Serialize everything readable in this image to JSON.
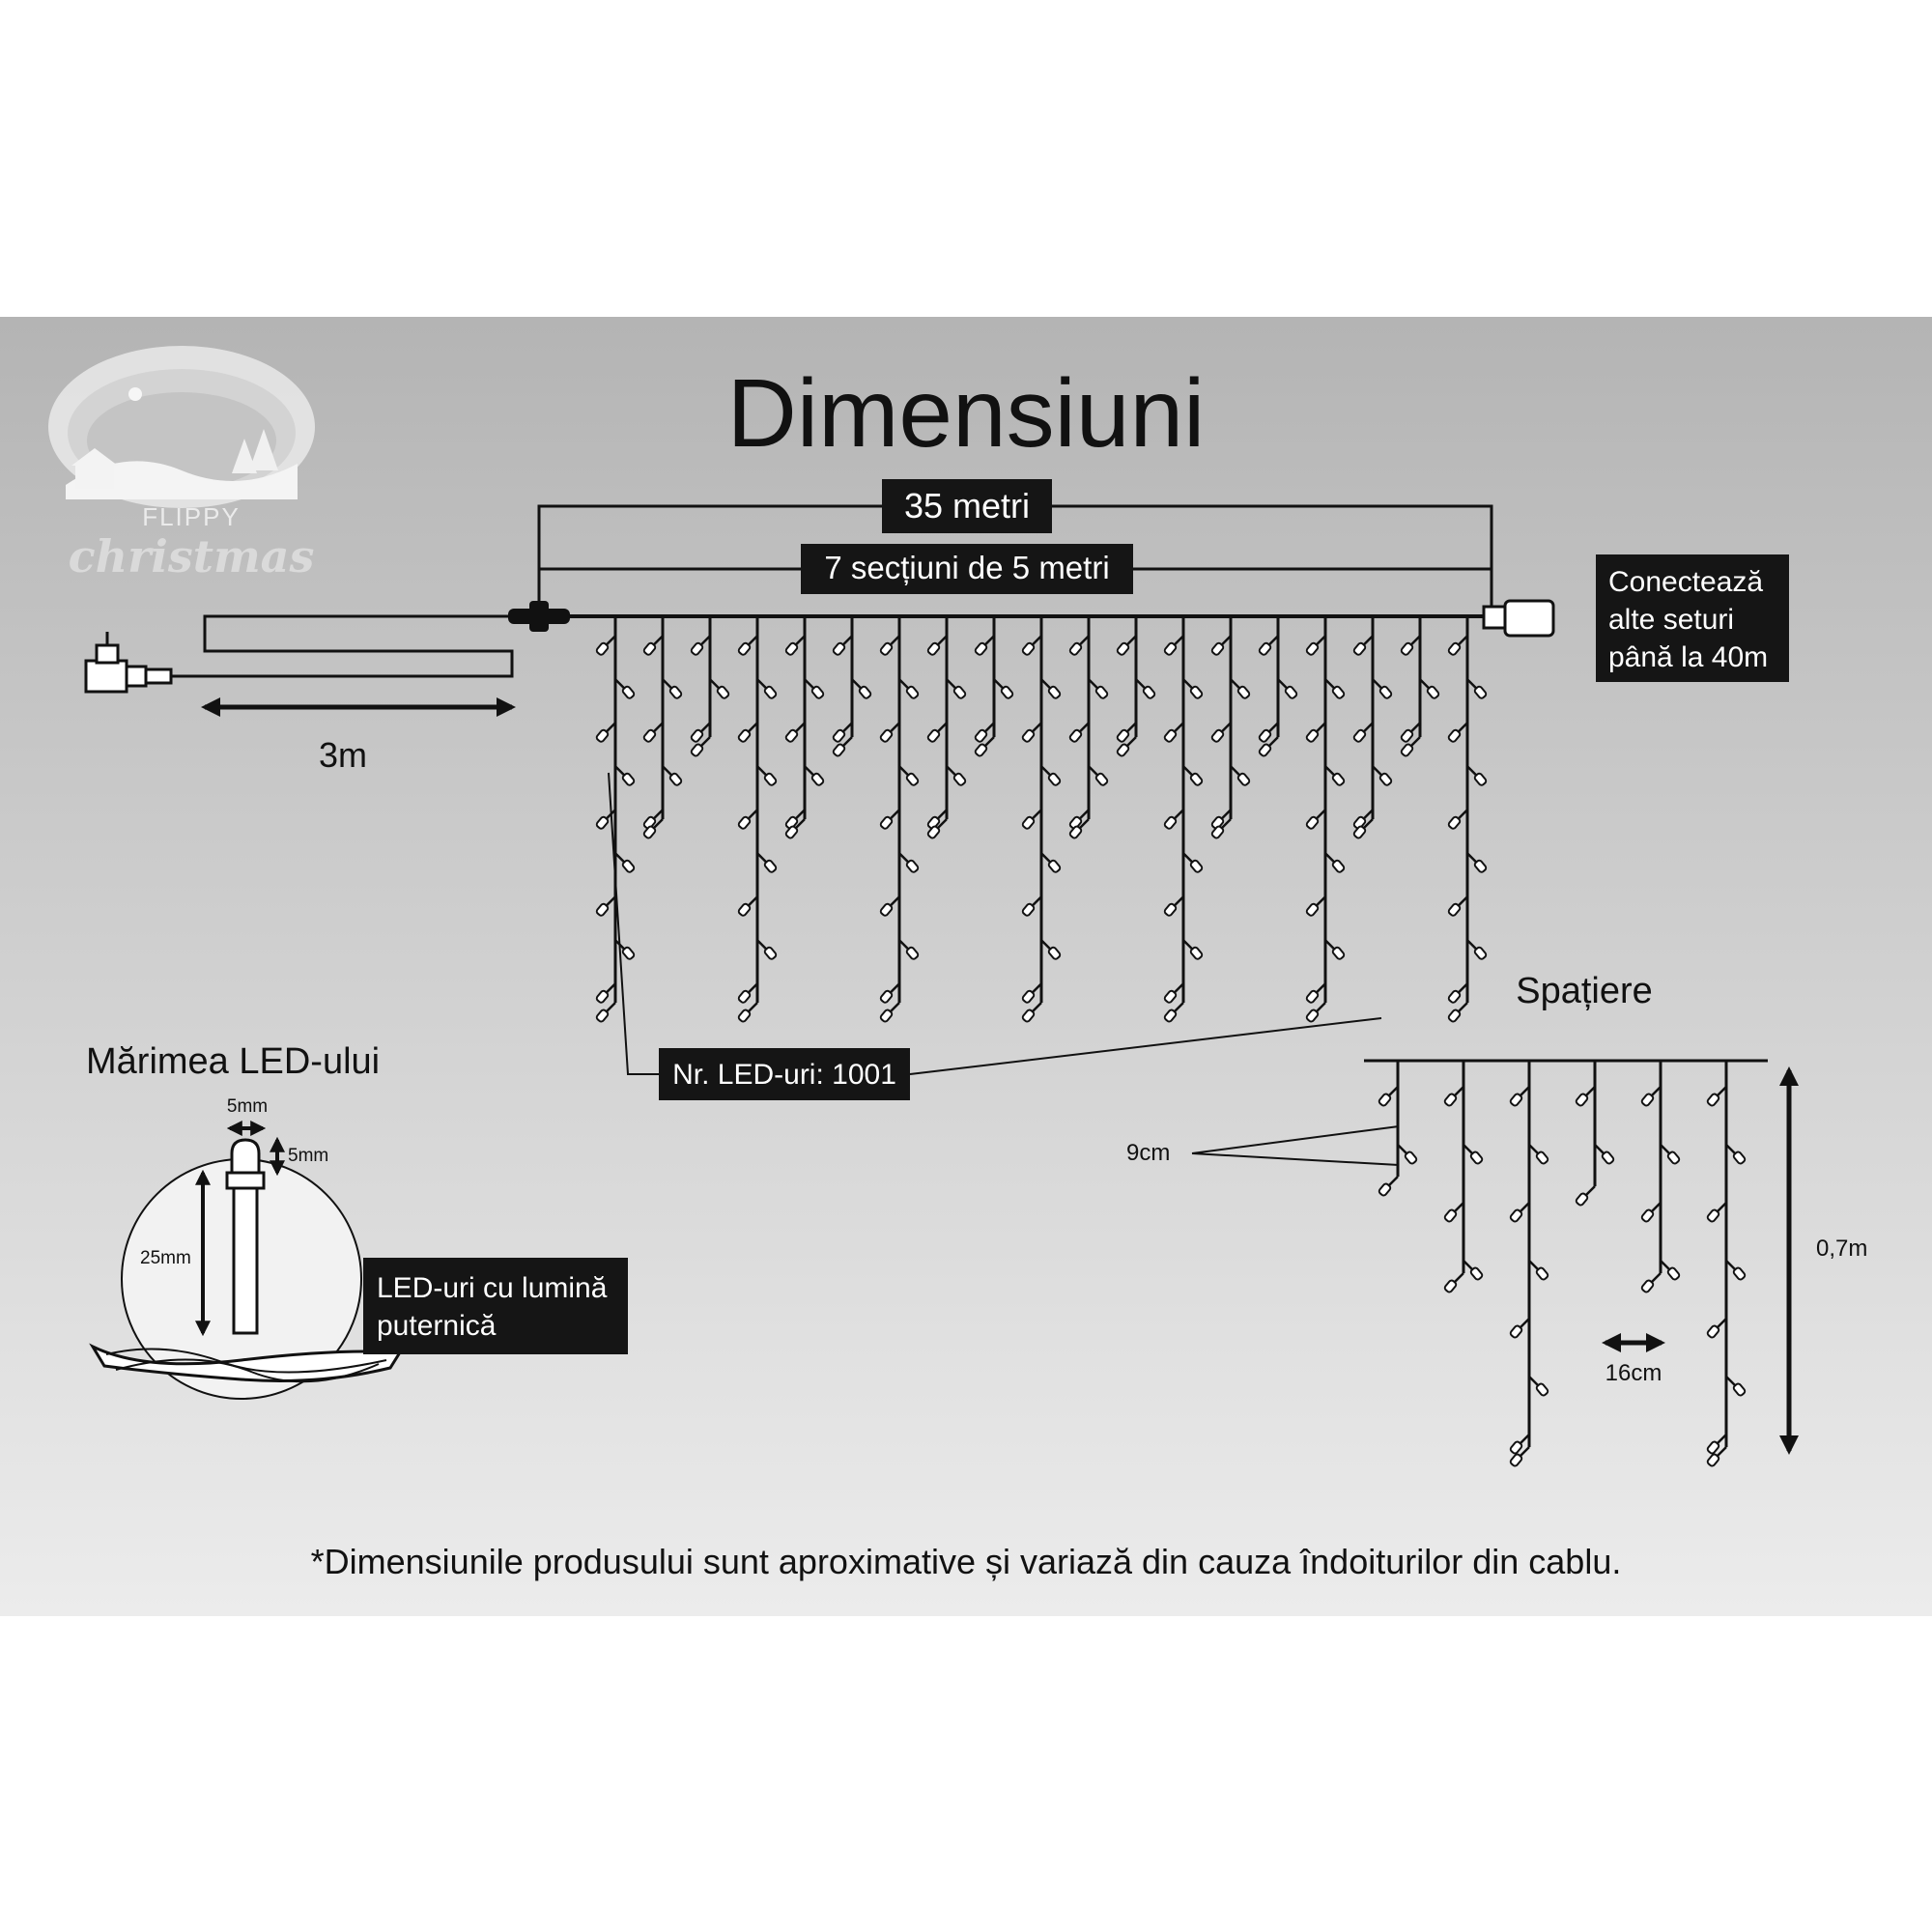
{
  "colors": {
    "page_background": "#ffffff",
    "panel_gradient_top": "#b4b4b4",
    "panel_gradient_bottom": "#ececec",
    "ink": "#111111",
    "label_box": "#151515",
    "label_text": "#ffffff",
    "led_body": "#ffffff"
  },
  "logo": {
    "brand_top": "FLIPPY",
    "brand_bottom": "christmas"
  },
  "title": "Dimensiuni",
  "dimensions": {
    "total_length": "35 metri",
    "sections": "7 secțiuni de 5 metri",
    "lead_cable": "3m",
    "connect_note": [
      "Conectează",
      "alte seturi",
      "până la 40m"
    ],
    "led_count": "Nr. LED-uri: 1001"
  },
  "spacing": {
    "title": "Spațiere",
    "vertical_gap": "9cm",
    "horizontal_gap": "16cm",
    "drop_height": "0,7m"
  },
  "led_size": {
    "title": "Mărimea LED-ului",
    "width": "5mm",
    "height": "5mm",
    "stem": "25mm",
    "note": [
      "LED-uri cu lumină",
      "puternică"
    ]
  },
  "disclaimer": "*Dimensiunile produsului sunt aproximative și variază din cauza îndoiturilor din cablu."
}
